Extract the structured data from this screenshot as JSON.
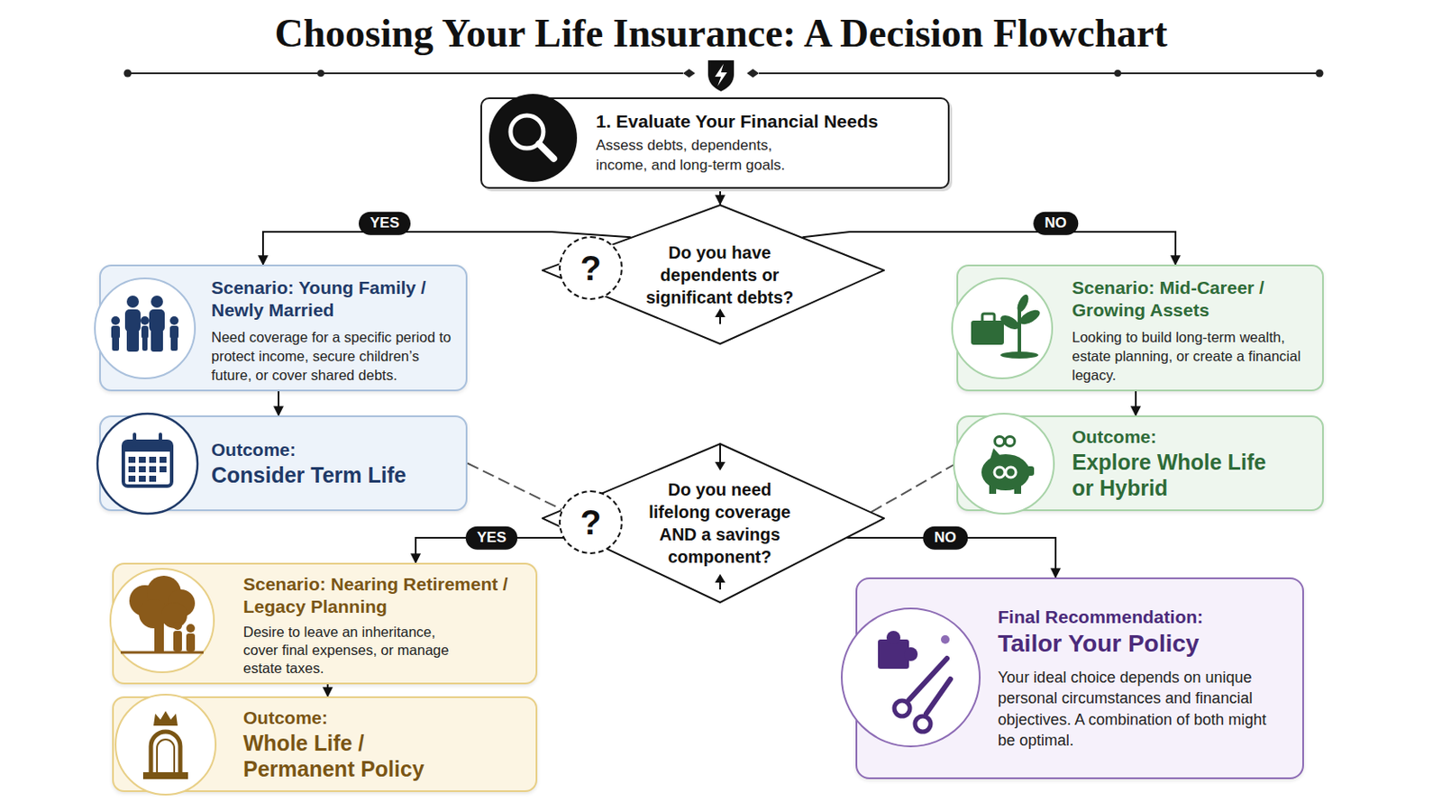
{
  "diagram": {
    "title": "Choosing Your Life Insurance: A Decision Flowchart",
    "nodes": [
      {
        "text": [
          "1. Evaluate Your Financial Needs",
          "Assess debts, dependents, income, and long-term goals."
        ]
      },
      {
        "text": [
          "Do you have dependents or significant debts?"
        ]
      },
      {
        "text": [
          "?"
        ],
        "in": 1
      },
      {
        "text": [
          "Scenario: Young Family / Newly Married",
          "Need coverage for a specific period to protect income, secure children’s future, or cover shared debts."
        ]
      },
      {
        "text": [
          "Scenario: Mid-Career / Growing Assets",
          "Looking to build long-term wealth, estate planning, or create a financial legacy."
        ]
      },
      {
        "text": [
          "Outcome:",
          "Consider Term Life"
        ]
      },
      {
        "text": [
          "Outcome:",
          "Explore Whole Life or Hybrid"
        ]
      },
      {
        "text": [
          "Do you need lifelong coverage AND a savings component?"
        ]
      },
      {
        "text": [
          "?"
        ],
        "in": 7
      },
      {
        "text": [
          "Scenario: Nearing Retirement / Legacy Planning",
          "Desire to leave an inheritance, cover final expenses, or manage estate taxes."
        ]
      },
      {
        "text": [
          "Final Recommendation:",
          "Tailor Your Policy",
          "Your ideal choice depends on unique personal circumstances and financial objectives. A combination of both might be optimal."
        ]
      },
      {
        "text": [
          "Outcome:",
          "Whole Life / Permanent Policy"
        ]
      }
    ],
    "edges": [
      {
        "from": 0,
        "to": 1,
        "arrow": "to"
      },
      {
        "from": 1,
        "to": 3,
        "label": "YES",
        "arrow": "to"
      },
      {
        "from": 1,
        "to": 4,
        "label": "NO",
        "arrow": "to"
      },
      {
        "from": 3,
        "to": 5,
        "arrow": "to"
      },
      {
        "from": 4,
        "to": 6,
        "arrow": "to"
      },
      {
        "from": 5,
        "to": 7,
        "arrow": "none"
      },
      {
        "from": 6,
        "to": 7,
        "arrow": "none"
      },
      {
        "from": 7,
        "to": 9,
        "label": "YES",
        "arrow": "to"
      },
      {
        "from": 7,
        "to": 10,
        "label": "NO",
        "arrow": "to"
      },
      {
        "from": 9,
        "to": 11,
        "arrow": "to"
      }
    ]
  }
}
